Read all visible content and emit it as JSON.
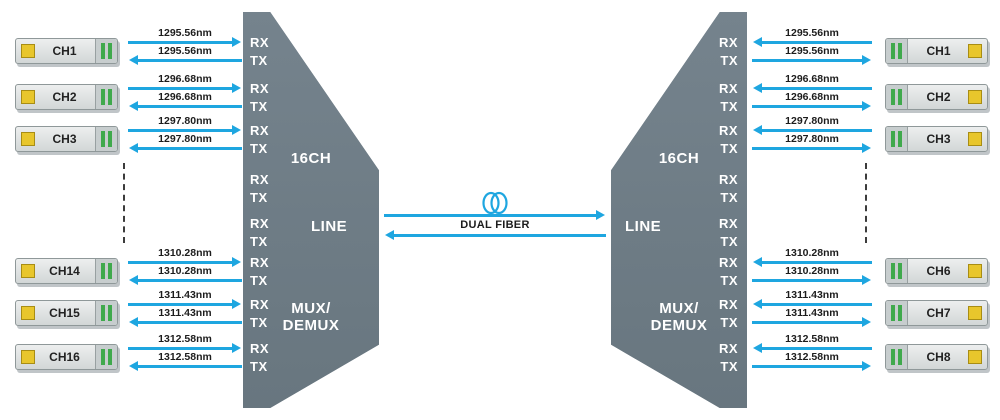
{
  "diagram": {
    "left_unit": {
      "channel_count_label": "16CH",
      "line_label": "LINE",
      "mux_line1": "MUX/",
      "mux_line2": "DEMUX",
      "rx_label": "RX",
      "tx_label": "TX"
    },
    "right_unit": {
      "channel_count_label": "16CH",
      "line_label": "LINE",
      "mux_line1": "MUX/",
      "mux_line2": "DEMUX",
      "rx_label": "RX",
      "tx_label": "TX"
    },
    "link": {
      "label": "DUAL FIBER"
    },
    "left_channels": [
      {
        "label": "CH1",
        "rx_wavelength": "1295.56nm",
        "tx_wavelength": "1295.56nm"
      },
      {
        "label": "CH2",
        "rx_wavelength": "1296.68nm",
        "tx_wavelength": "1296.68nm"
      },
      {
        "label": "CH3",
        "rx_wavelength": "1297.80nm",
        "tx_wavelength": "1297.80nm"
      },
      {
        "label": "CH14",
        "rx_wavelength": "1310.28nm",
        "tx_wavelength": "1310.28nm"
      },
      {
        "label": "CH15",
        "rx_wavelength": "1311.43nm",
        "tx_wavelength": "1311.43nm"
      },
      {
        "label": "CH16",
        "rx_wavelength": "1312.58nm",
        "tx_wavelength": "1312.58nm"
      }
    ],
    "right_channels": [
      {
        "label": "CH1",
        "rx_wavelength": "1295.56nm",
        "tx_wavelength": "1295.56nm"
      },
      {
        "label": "CH2",
        "rx_wavelength": "1296.68nm",
        "tx_wavelength": "1296.68nm"
      },
      {
        "label": "CH3",
        "rx_wavelength": "1297.80nm",
        "tx_wavelength": "1297.80nm"
      },
      {
        "label": "CH6",
        "rx_wavelength": "1310.28nm",
        "tx_wavelength": "1310.28nm"
      },
      {
        "label": "CH7",
        "rx_wavelength": "1311.43nm",
        "tx_wavelength": "1311.43nm"
      },
      {
        "label": "CH8",
        "rx_wavelength": "1312.58nm",
        "tx_wavelength": "1312.58nm"
      }
    ],
    "colors": {
      "arrow": "#1ea6e0",
      "unit_body": "#6f7d87",
      "module_tab_yellow": "#e8c62c",
      "module_connector_green": "#3fa94c"
    }
  }
}
